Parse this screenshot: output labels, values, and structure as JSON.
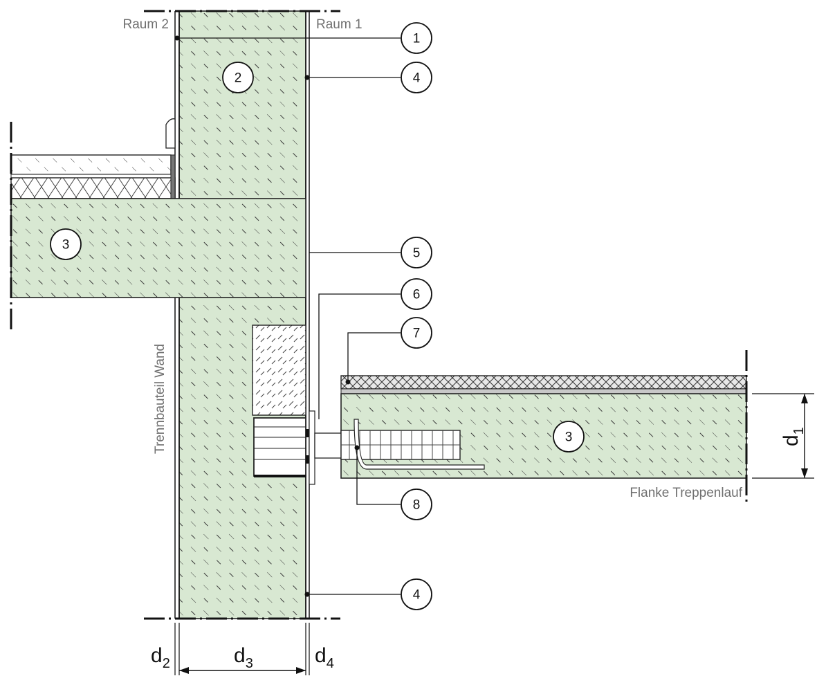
{
  "labels": {
    "raum2": "Raum 2",
    "raum1": "Raum 1",
    "trennbauteil": "Trennbauteil Wand",
    "flanke": "Flanke Treppenlauf"
  },
  "callouts": [
    {
      "id": "c1",
      "text": "1"
    },
    {
      "id": "c2",
      "text": "2"
    },
    {
      "id": "c3a",
      "text": "3"
    },
    {
      "id": "c4a",
      "text": "4"
    },
    {
      "id": "c5",
      "text": "5"
    },
    {
      "id": "c6",
      "text": "6"
    },
    {
      "id": "c7",
      "text": "7"
    },
    {
      "id": "c3b",
      "text": "3"
    },
    {
      "id": "c8",
      "text": "8"
    },
    {
      "id": "c4b",
      "text": "4"
    }
  ],
  "dimensions": {
    "d1": {
      "base": "d",
      "sub": "1"
    },
    "d2": {
      "base": "d",
      "sub": "2"
    },
    "d3": {
      "base": "d",
      "sub": "3"
    },
    "d4": {
      "base": "d",
      "sub": "4"
    }
  },
  "colors": {
    "concrete": "#d8e8d2",
    "hatch": "#3a3a3a",
    "line": "#111111",
    "text_gray": "#6f6f6f"
  }
}
